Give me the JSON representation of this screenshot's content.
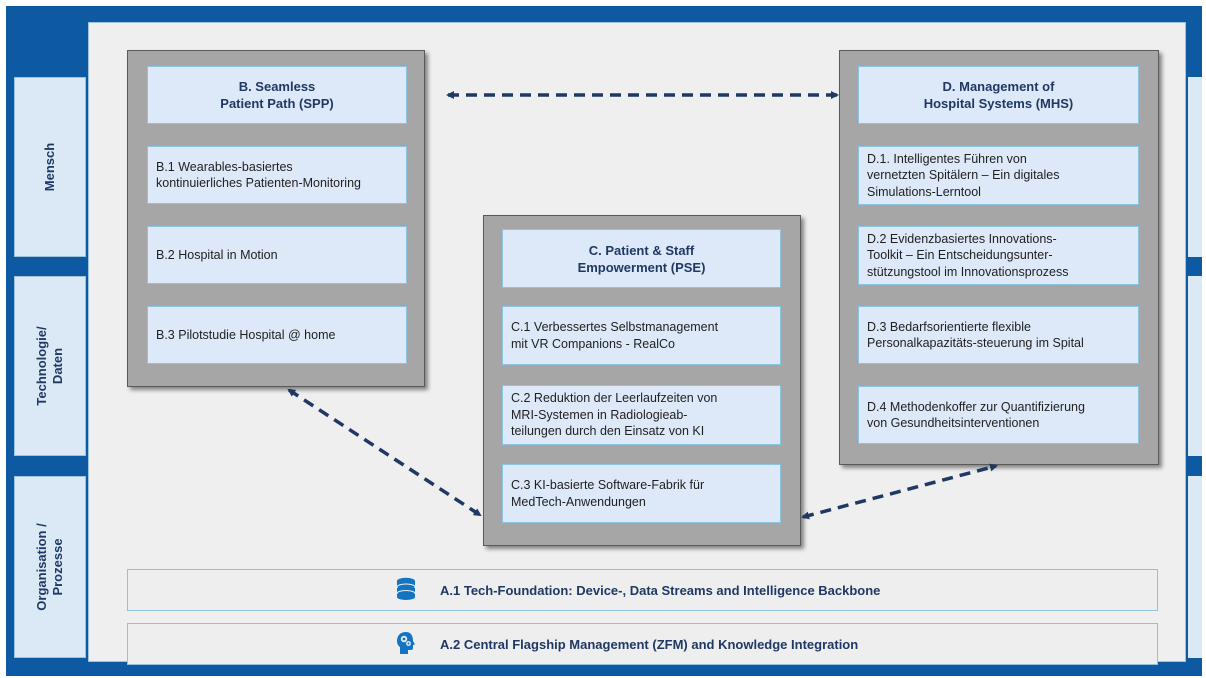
{
  "bands": {
    "mensch": "Mensch",
    "technologie": "Technologie/\nDaten",
    "organisation": "Organisation /\nProzesse"
  },
  "group_b": {
    "title": "B. Seamless\nPatient Path (SPP)",
    "items": [
      "B.1 Wearables-basiertes\nkontinuierliches  Patienten-Monitoring",
      "B.2 Hospital in Motion",
      "B.3 Pilotstudie  Hospital @ home"
    ]
  },
  "group_c": {
    "title": "C. Patient & Staff\nEmpowerment (PSE)",
    "items": [
      "C.1 Verbessertes Selbstmanagement\nmit VR Companions - RealCo",
      "C.2 Reduktion der Leerlaufzeiten von\nMRI-Systemen in Radiologieab-\nteilungen durch den Einsatz von KI",
      "C.3 KI-basierte Software-Fabrik für\nMedTech-Anwendungen"
    ]
  },
  "group_d": {
    "title": "D. Management of\nHospital Systems (MHS)",
    "items": [
      "D.1. Intelligentes  Führen von\nvernetzten Spitälern  – Ein digitales\nSimulations-Lerntool",
      "D.2 Evidenzbasiertes Innovations-\nToolkit  – Ein Entscheidungsunter-\nstützungstool im Innovationsprozess",
      "D.3 Bedarfsorientierte flexible\nPersonalkapazitäts-steuerung im Spital",
      "D.4 Methodenkoffer zur Quantifizierung\nvon Gesundheitsinterventionen"
    ]
  },
  "foundation": {
    "a1": "A.1 Tech-Foundation: Device-, Data Streams and Intelligence Backbone",
    "a2": "A.2 Central Flagship Management (ZFM) and Knowledge Integration",
    "a1_icon": "database-icon",
    "a2_icon": "head-gears-icon"
  },
  "colors": {
    "frame": "#0e5aa2",
    "heading_text": "#1f3864",
    "box_fill": "#dde9f8",
    "group_fill": "#a6a6a6",
    "arrow": "#1f3864"
  }
}
